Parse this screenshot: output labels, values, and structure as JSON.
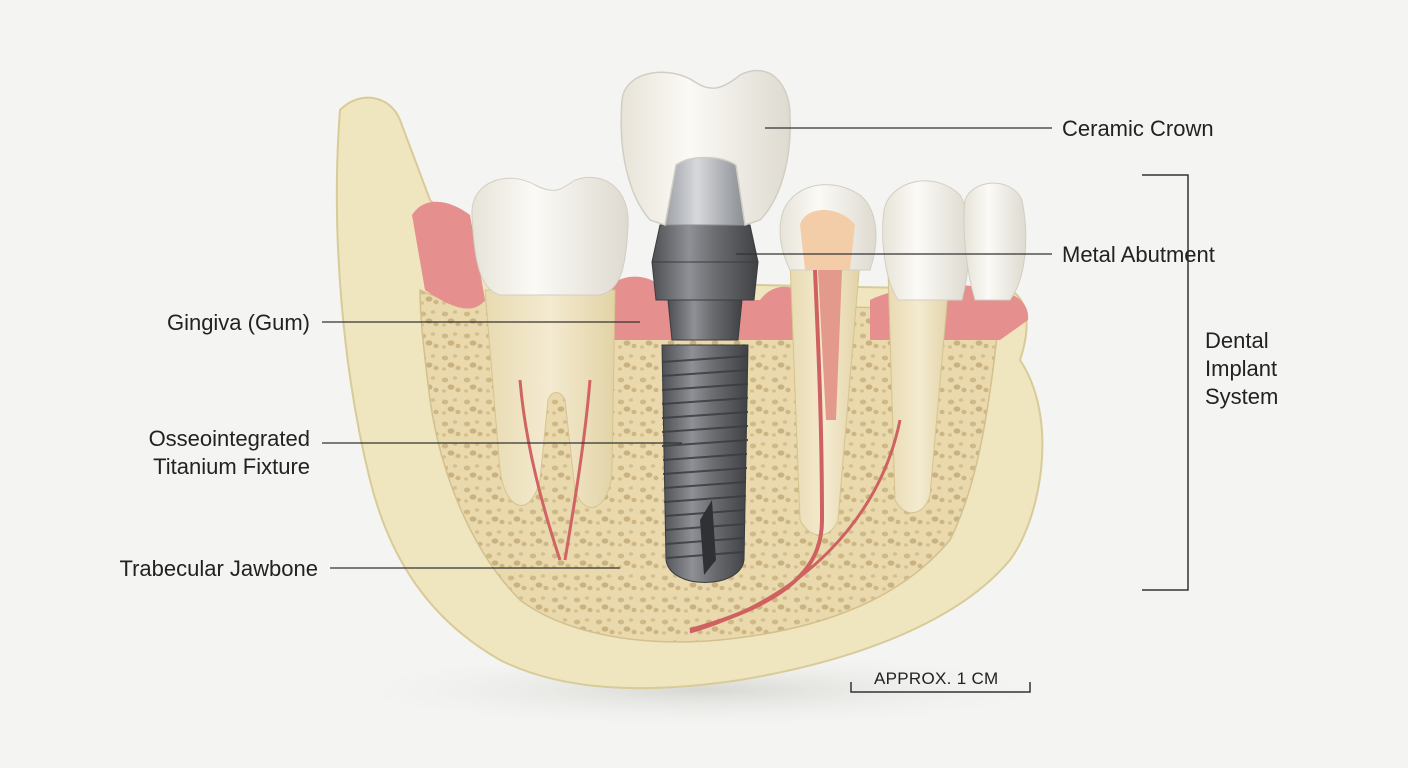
{
  "labels": {
    "crown": "Ceramic Crown",
    "abutment": "Metal Abutment",
    "gingiva": "Gingiva (Gum)",
    "fixture_line1": "Osseointegrated",
    "fixture_line2": "Titanium Fixture",
    "jawbone": "Trabecular Jawbone",
    "system_line1": "Dental",
    "system_line2": "Implant",
    "system_line3": "System",
    "scale": "APPROX. 1 CM"
  },
  "colors": {
    "background": "#f4f4f2",
    "bone_cortical": "#efe6bf",
    "bone_trabecular": "#e8d6a8",
    "gum": "#e48a8a",
    "tooth": "#f6f4ee",
    "titanium": "#6e7074",
    "pulp": "#d66a6a"
  }
}
